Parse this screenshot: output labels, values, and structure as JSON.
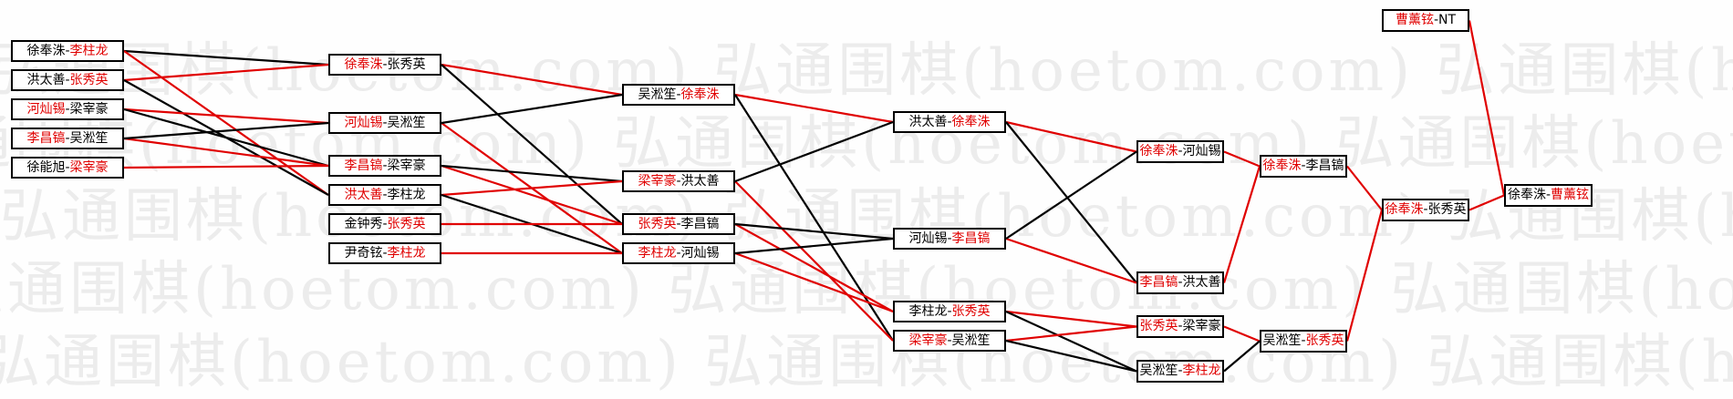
{
  "watermark": "弘通围棋(hoetom.com)",
  "separator": "-",
  "colors": {
    "winner": "#e00000",
    "loser": "#000000"
  },
  "nodes": [
    {
      "id": "A1",
      "p1": "徐奉洙",
      "p2": "李柱龙",
      "win": 2
    },
    {
      "id": "A2",
      "p1": "洪太善",
      "p2": "张秀英",
      "win": 2
    },
    {
      "id": "A3",
      "p1": "河灿锡",
      "p2": "梁宰豪",
      "win": 1
    },
    {
      "id": "A4",
      "p1": "李昌镐",
      "p2": "吴淞笙",
      "win": 1
    },
    {
      "id": "A5",
      "p1": "徐能旭",
      "p2": "梁宰豪",
      "win": 2
    },
    {
      "id": "B1",
      "p1": "徐奉洙",
      "p2": "张秀英",
      "win": 1
    },
    {
      "id": "B2",
      "p1": "河灿锡",
      "p2": "吴淞笙",
      "win": 1
    },
    {
      "id": "B3",
      "p1": "李昌镐",
      "p2": "梁宰豪",
      "win": 1
    },
    {
      "id": "B4",
      "p1": "洪太善",
      "p2": "李柱龙",
      "win": 1
    },
    {
      "id": "B5",
      "p1": "金钟秀",
      "p2": "张秀英",
      "win": 2
    },
    {
      "id": "B6",
      "p1": "尹奇铉",
      "p2": "李柱龙",
      "win": 2
    },
    {
      "id": "C1",
      "p1": "吴淞笙",
      "p2": "徐奉洙",
      "win": 2
    },
    {
      "id": "C2",
      "p1": "梁宰豪",
      "p2": "洪太善",
      "win": 1
    },
    {
      "id": "C3",
      "p1": "张秀英",
      "p2": "李昌镐",
      "win": 1
    },
    {
      "id": "C4",
      "p1": "李柱龙",
      "p2": "河灿锡",
      "win": 1
    },
    {
      "id": "D1",
      "p1": "洪太善",
      "p2": "徐奉洙",
      "win": 2
    },
    {
      "id": "D2",
      "p1": "河灿锡",
      "p2": "李昌镐",
      "win": 2
    },
    {
      "id": "D3",
      "p1": "李柱龙",
      "p2": "张秀英",
      "win": 2
    },
    {
      "id": "D4",
      "p1": "梁宰豪",
      "p2": "吴淞笙",
      "win": 1
    },
    {
      "id": "E1",
      "p1": "徐奉洙",
      "p2": "河灿锡",
      "win": 1
    },
    {
      "id": "E2",
      "p1": "李昌镐",
      "p2": "洪太善",
      "win": 1
    },
    {
      "id": "E3",
      "p1": "张秀英",
      "p2": "梁宰豪",
      "win": 1
    },
    {
      "id": "E4",
      "p1": "吴淞笙",
      "p2": "李柱龙",
      "win": 2
    },
    {
      "id": "F1",
      "p1": "徐奉洙",
      "p2": "李昌镐",
      "win": 1
    },
    {
      "id": "F2",
      "p1": "吴淞笙",
      "p2": "张秀英",
      "win": 2
    },
    {
      "id": "G1",
      "p1": "徐奉洙",
      "p2": "张秀英",
      "win": 1
    },
    {
      "id": "H1",
      "p1": "曹薰铉",
      "p2": "NT",
      "win": 1
    },
    {
      "id": "Z1",
      "p1": "徐奉洙",
      "p2": "曹薰铉",
      "win": 2
    }
  ],
  "links": [
    [
      "A1",
      "B1",
      "loser"
    ],
    [
      "A1",
      "B4",
      "winner"
    ],
    [
      "A2",
      "B1",
      "winner"
    ],
    [
      "A2",
      "B4",
      "loser"
    ],
    [
      "A3",
      "B2",
      "winner"
    ],
    [
      "A3",
      "B3",
      "loser"
    ],
    [
      "A4",
      "B3",
      "winner"
    ],
    [
      "A4",
      "B2",
      "loser"
    ],
    [
      "A5",
      "B3",
      "winner"
    ],
    [
      "B1",
      "C1",
      "winner"
    ],
    [
      "B1",
      "C3",
      "loser"
    ],
    [
      "B2",
      "C4",
      "winner"
    ],
    [
      "B2",
      "C1",
      "loser"
    ],
    [
      "B3",
      "C3",
      "winner"
    ],
    [
      "B3",
      "C2",
      "loser"
    ],
    [
      "B4",
      "C2",
      "winner"
    ],
    [
      "B4",
      "C4",
      "loser"
    ],
    [
      "B5",
      "C3",
      "winner"
    ],
    [
      "B6",
      "C4",
      "winner"
    ],
    [
      "C1",
      "D1",
      "winner"
    ],
    [
      "C1",
      "D4",
      "loser"
    ],
    [
      "C2",
      "D4",
      "winner"
    ],
    [
      "C2",
      "D1",
      "loser"
    ],
    [
      "C3",
      "D3",
      "winner"
    ],
    [
      "C3",
      "D2",
      "loser"
    ],
    [
      "C4",
      "D3",
      "winner"
    ],
    [
      "C4",
      "D2",
      "loser"
    ],
    [
      "D1",
      "E1",
      "winner"
    ],
    [
      "D1",
      "E2",
      "loser"
    ],
    [
      "D2",
      "E2",
      "winner"
    ],
    [
      "D2",
      "E1",
      "loser"
    ],
    [
      "D3",
      "E3",
      "winner"
    ],
    [
      "D3",
      "E4",
      "loser"
    ],
    [
      "D4",
      "E3",
      "winner"
    ],
    [
      "D4",
      "E4",
      "loser"
    ],
    [
      "E1",
      "F1",
      "winner"
    ],
    [
      "E2",
      "F1",
      "winner"
    ],
    [
      "E3",
      "F2",
      "winner"
    ],
    [
      "E4",
      "F2",
      "loser"
    ],
    [
      "F1",
      "G1",
      "winner"
    ],
    [
      "F2",
      "G1",
      "winner"
    ],
    [
      "G1",
      "Z1",
      "winner"
    ],
    [
      "H1",
      "Z1",
      "winner"
    ]
  ]
}
